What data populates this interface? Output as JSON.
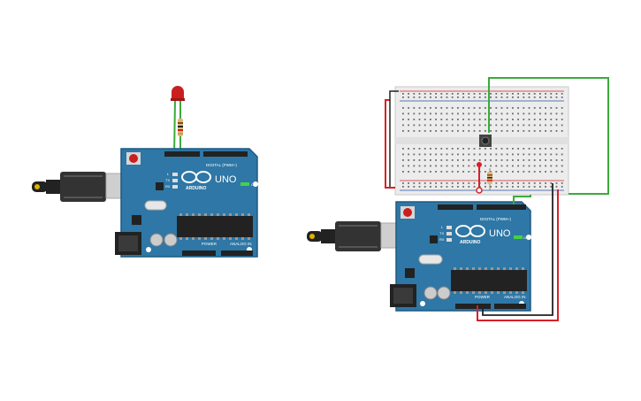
{
  "board_left": {
    "brand_text": "UNO",
    "logo_text": "ARDUINO",
    "digital_header": "DIGITAL (PWM~)",
    "power_header": "POWER",
    "analog_header": "ANALOG IN",
    "on_led_label": "ON",
    "tx_label": "TX",
    "rx_label": "RX",
    "l_label": "L"
  },
  "board_right": {
    "brand_text": "UNO",
    "logo_text": "ARDUINO",
    "digital_header": "DIGITAL (PWM~)",
    "power_header": "POWER",
    "analog_header": "ANALOG IN",
    "on_led_label": "ON",
    "tx_label": "TX",
    "rx_label": "RX",
    "l_label": "L"
  },
  "colors": {
    "board_blue": "#2e77a6",
    "board_border": "#1d5a82",
    "header_black": "#222222",
    "wire_red": "#d82027",
    "wire_green": "#3aab3a",
    "wire_black": "#222222",
    "led_red": "#c8201e",
    "resistor_body": "#d9b77c",
    "breadboard": "#ececec"
  }
}
